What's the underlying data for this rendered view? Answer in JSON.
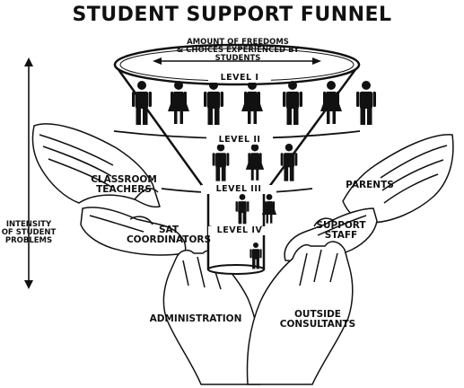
{
  "title": "STUDENT SUPPORT FUNNEL",
  "top_caption": [
    "AMOUNT OF FREEDOMS",
    "& CHOICES EXPERIENCED BY",
    "STUDENTS"
  ],
  "side_caption": [
    "INTENSITY",
    "OF STUDENT",
    "PROBLEMS"
  ],
  "levels": [
    {
      "label": "LEVEL I",
      "figures": [
        "male",
        "female",
        "male",
        "female",
        "male",
        "female",
        "male"
      ]
    },
    {
      "label": "LEVEL II",
      "figures": [
        "male",
        "female",
        "male"
      ]
    },
    {
      "label": "LEVEL III",
      "figures": [
        "male",
        "female"
      ]
    },
    {
      "label": "LEVEL IV",
      "figures": [
        "male"
      ]
    }
  ],
  "hands": {
    "classroom_teachers": [
      "CLASSROOM",
      "TEACHERS"
    ],
    "sat_coordinators": [
      "SAT",
      "COORDINATORS"
    ],
    "administration": [
      "ADMINISTRATION"
    ],
    "parents": [
      "PARENTS"
    ],
    "support_staff": [
      "SUPPORT",
      "STAFF"
    ],
    "outside_consultants": [
      "OUTSIDE",
      "CONSULTANTS"
    ]
  },
  "colors": {
    "ink": "#111111",
    "paper": "#ffffff"
  }
}
